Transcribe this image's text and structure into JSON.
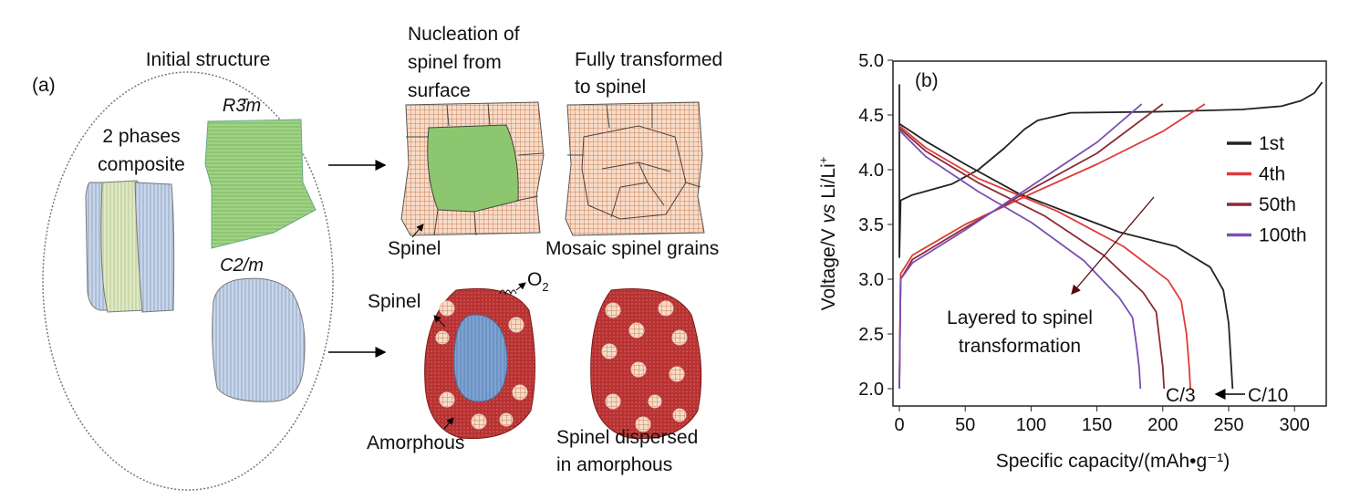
{
  "panel_a": {
    "panel_label": "(a)",
    "initial_structure": "Initial structure",
    "two_phases": [
      "2 phases",
      "composite"
    ],
    "r3m_label": "R3̄m",
    "c2m_label": "C2/m",
    "nucleation": [
      "Nucleation of",
      "spinel from",
      "surface"
    ],
    "fully_transformed": [
      "Fully transformed",
      "to spinel"
    ],
    "spinel_top": "Spinel",
    "mosaic": "Mosaic spinel grains",
    "spinel_bottom": "Spinel",
    "o2": "O",
    "o2_sub": "2",
    "amorphous": "Amorphous",
    "dispersed": [
      "Spinel dispersed",
      "in amorphous"
    ],
    "colors": {
      "green": "#8cc66e",
      "spinel": "#f3c9b0",
      "amorphous": "#b83232",
      "blue": "#7fa3d1",
      "stripe_blue": "#c6d3e6"
    }
  },
  "chart_data": {
    "type": "line",
    "panel_label": "(b)",
    "xlabel": "Specific capacity/(mAh•g⁻¹)",
    "ylabel_parts": [
      "Voltage/V ",
      "vs",
      " Li/Li",
      "+"
    ],
    "xlim": [
      -5,
      340
    ],
    "ylim": [
      1.85,
      5.0
    ],
    "xticks": [
      0,
      50,
      100,
      150,
      200,
      250,
      300
    ],
    "yticks": [
      "2.0",
      "2.5",
      "3.0",
      "3.5",
      "4.0",
      "4.5",
      "5.0"
    ],
    "legend_position": "right",
    "annotation": [
      "Layered to spinel",
      "transformation"
    ],
    "rate_labels": {
      "c3": "C/3",
      "c10": "C/10"
    },
    "series": [
      {
        "name": "1st",
        "color": "#222222",
        "charge": [
          [
            0,
            4.78
          ],
          [
            0,
            3.2
          ],
          [
            1,
            3.72
          ],
          [
            10,
            3.77
          ],
          [
            40,
            3.87
          ],
          [
            60,
            4.0
          ],
          [
            80,
            4.2
          ],
          [
            95,
            4.37
          ],
          [
            105,
            4.45
          ],
          [
            130,
            4.52
          ],
          [
            200,
            4.53
          ],
          [
            260,
            4.55
          ],
          [
            290,
            4.58
          ],
          [
            305,
            4.63
          ],
          [
            315,
            4.7
          ],
          [
            321,
            4.8
          ]
        ],
        "discharge": [
          [
            0,
            4.42
          ],
          [
            20,
            4.26
          ],
          [
            50,
            4.05
          ],
          [
            91,
            3.78
          ],
          [
            130,
            3.6
          ],
          [
            167,
            3.43
          ],
          [
            210,
            3.3
          ],
          [
            236,
            3.11
          ],
          [
            246,
            2.9
          ],
          [
            250,
            2.6
          ],
          [
            252,
            2.2
          ],
          [
            253,
            2.0
          ]
        ]
      },
      {
        "name": "4th",
        "color": "#e03a3a",
        "charge": [
          [
            0,
            2.0
          ],
          [
            1,
            3.05
          ],
          [
            10,
            3.22
          ],
          [
            50,
            3.5
          ],
          [
            100,
            3.78
          ],
          [
            150,
            4.05
          ],
          [
            200,
            4.35
          ],
          [
            232,
            4.6
          ]
        ],
        "discharge": [
          [
            0,
            4.4
          ],
          [
            20,
            4.2
          ],
          [
            60,
            3.92
          ],
          [
            120,
            3.62
          ],
          [
            170,
            3.3
          ],
          [
            204,
            2.99
          ],
          [
            214,
            2.8
          ],
          [
            218,
            2.5
          ],
          [
            220,
            2.2
          ],
          [
            221,
            2.0
          ]
        ]
      },
      {
        "name": "50th",
        "color": "#8b2a34",
        "charge": [
          [
            0,
            2.0
          ],
          [
            1,
            3.0
          ],
          [
            10,
            3.18
          ],
          [
            50,
            3.47
          ],
          [
            100,
            3.82
          ],
          [
            150,
            4.15
          ],
          [
            200,
            4.6
          ]
        ],
        "discharge": [
          [
            0,
            4.38
          ],
          [
            20,
            4.17
          ],
          [
            60,
            3.88
          ],
          [
            110,
            3.58
          ],
          [
            155,
            3.22
          ],
          [
            185,
            2.88
          ],
          [
            195,
            2.7
          ],
          [
            198,
            2.4
          ],
          [
            200,
            2.2
          ],
          [
            201,
            2.0
          ]
        ]
      },
      {
        "name": "100th",
        "color": "#7a4fb5",
        "charge": [
          [
            0,
            2.0
          ],
          [
            1,
            3.0
          ],
          [
            10,
            3.15
          ],
          [
            50,
            3.45
          ],
          [
            100,
            3.85
          ],
          [
            150,
            4.25
          ],
          [
            184,
            4.6
          ]
        ],
        "discharge": [
          [
            0,
            4.36
          ],
          [
            20,
            4.12
          ],
          [
            60,
            3.8
          ],
          [
            100,
            3.52
          ],
          [
            140,
            3.17
          ],
          [
            167,
            2.83
          ],
          [
            177,
            2.65
          ],
          [
            180,
            2.4
          ],
          [
            182,
            2.2
          ],
          [
            183,
            2.0
          ]
        ]
      }
    ]
  }
}
